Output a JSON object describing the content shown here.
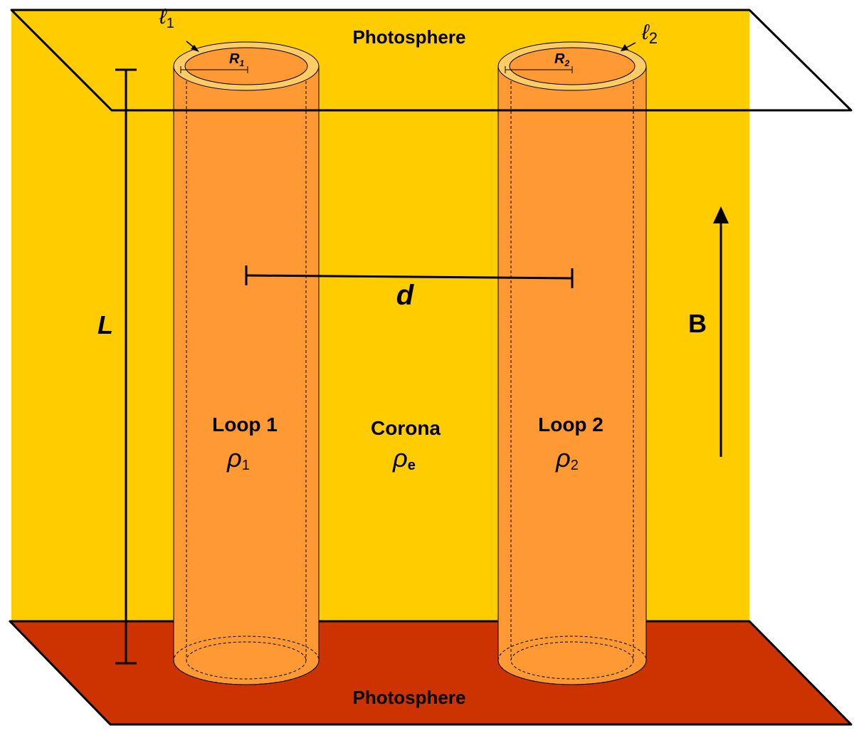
{
  "labels": {
    "top_surface": "Photosphere",
    "bottom_surface": "Photosphere",
    "length_symbol": "L",
    "separation_symbol": "d",
    "field_symbol": "B",
    "medium_name": "Corona",
    "medium_density_symbol": "ρ",
    "medium_density_subscript": "e"
  },
  "loops": [
    {
      "name": "Loop 1",
      "density_symbol": "ρ",
      "density_subscript": "1",
      "radius_symbol": "R",
      "radius_subscript": "1",
      "layer_symbol": "ℓ",
      "layer_subscript": "1"
    },
    {
      "name": "Loop 2",
      "density_symbol": "ρ",
      "density_subscript": "2",
      "radius_symbol": "R",
      "radius_subscript": "2",
      "layer_symbol": "ℓ",
      "layer_subscript": "2"
    }
  ],
  "colors": {
    "corona_plane": "#FFCC00",
    "lower_photosphere": "#CC3300",
    "loop_body": "#FF9933",
    "loop_rim": "#FFCC66",
    "outline": "#000000"
  }
}
